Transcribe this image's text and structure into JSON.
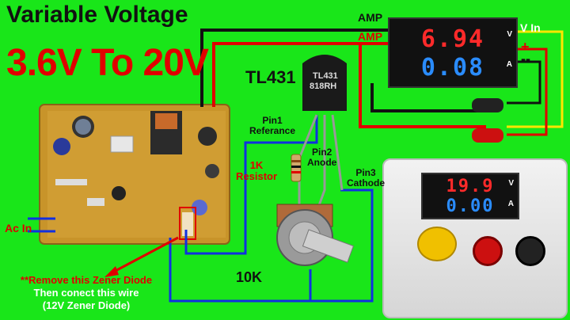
{
  "title": "Variable Voltage",
  "range": "3.6V To 20V",
  "labels": {
    "tl431": "TL431",
    "chip_line1": "TL431",
    "chip_line2": "818RH",
    "amp1": "AMP",
    "amp2": "AMP",
    "vin": "V In",
    "plus": "+",
    "minus": "--",
    "pin1_line1": "Pin1",
    "pin1_line2": "Referance",
    "pin2_line1": "Pin2",
    "pin2_line2": "Anode",
    "pin3_line1": "Pin3",
    "pin3_line2": "Cathode",
    "resistor_line1": "1K",
    "resistor_line2": "Resistor",
    "pot_value": "10K",
    "ac_in": "Ac In"
  },
  "note": {
    "line1": "**Remove this Zener Diode",
    "line2": "Then conect this wire",
    "line3": "(12V Zener Diode)"
  },
  "meters": {
    "top": {
      "voltage": "6.94",
      "current": "0.08",
      "volt_unit": "V",
      "amp_unit": "A"
    },
    "box": {
      "voltage": "19.9",
      "current": "0.00",
      "volt_unit": "V",
      "amp_unit": "A"
    }
  },
  "colors": {
    "background": "#19e619",
    "wire_red": "#e00000",
    "wire_black": "#111111",
    "wire_blue": "#1030e0",
    "wire_yellow": "#ffe600"
  }
}
